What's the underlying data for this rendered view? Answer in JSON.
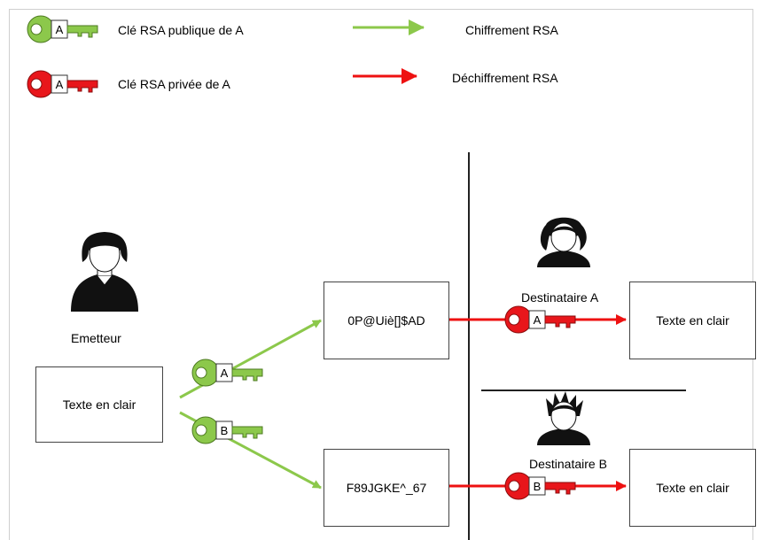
{
  "legend": {
    "public_key_label": "Clé RSA publique de A",
    "private_key_label": "Clé RSA privée de A",
    "encryption_label": "Chiffrement RSA",
    "decryption_label": "Déchiffrement RSA",
    "public_key_letter": "A",
    "private_key_letter": "A"
  },
  "sender": {
    "label": "Emetteur",
    "plaintext": "Texte en clair"
  },
  "paths": {
    "key_a_letter": "A",
    "key_b_letter": "B",
    "ciphertext_a": "0P@Uiè[]$AD",
    "ciphertext_b": "F89JGKE^_67"
  },
  "recipients": {
    "a_label": "Destinataire A",
    "b_label": "Destinataire B",
    "a_key_letter": "A",
    "b_key_letter": "B",
    "a_plaintext": "Texte en clair",
    "b_plaintext": "Texte en clair"
  },
  "colors": {
    "public_green": "#8cc84b",
    "private_red": "#e8161b",
    "arrow_green": "#8cc84b",
    "arrow_red": "#ee1111"
  }
}
